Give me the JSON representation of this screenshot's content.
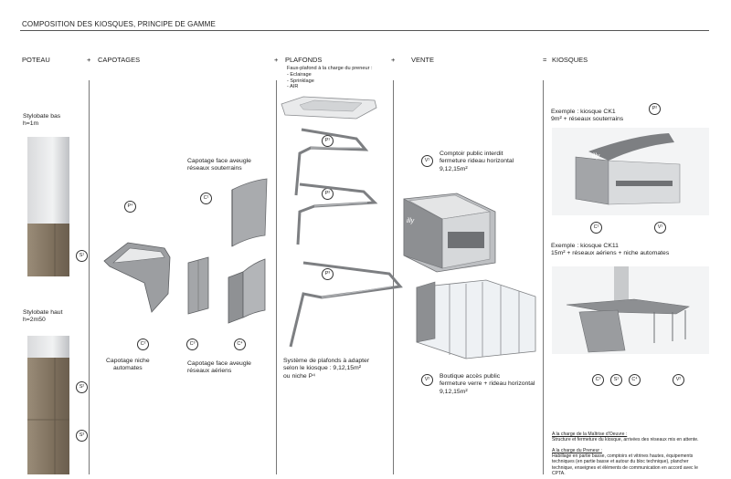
{
  "title": "COMPOSITION DES KIOSQUES, PRINCIPE DE GAMME",
  "columns": {
    "poteau": "POTEAU",
    "capotages": "CAPOTAGES",
    "plafonds": "PLAFONDS",
    "vente": "VENTE",
    "kiosques": "KIOSQUES"
  },
  "operators": {
    "plus": "+",
    "equals": "="
  },
  "poteau": {
    "stylobate_bas": "Stylobate bas\nh=1m",
    "stylobate_haut": "Stylobate haut\nh=2m50"
  },
  "capotages": {
    "face_aveugle_souterrains": "Capotage face aveugle\nréseaux souterrains",
    "niche_automates": "Capotage niche\nautomates",
    "face_aveugle_aeriens": "Capotage face aveugle\nréseaux aériens"
  },
  "plafonds": {
    "faux_plafond": "Faux-plafond à la charge du preneur :\n- Eclairage\n- Sprinklage\n- AIR",
    "systeme": "Système de plafonds à adapter\nselon le kiosque : 9,12,15m²\nou niche P⁴"
  },
  "vente": {
    "comptoir": "Comptoir public interdit\nfermeture rideau horizontal\n9,12,15m²",
    "boutique": "Boutique accès public\nfermeture verre + rideau horizontal\n9,12,15m²",
    "brand": "illy"
  },
  "kiosques": {
    "ck1": "Exemple : kiosque CK1\n9m² + réseaux souterrains",
    "ck11": "Exemple : kiosque CK11\n15m² + réseaux aériens + niche automates"
  },
  "notes": {
    "maitrise_title": "A la charge de la Maîtrise d'Oeuvre :",
    "maitrise_text": "Structure et fermeture du kiosque, arrivées des réseaux mis en attente.",
    "preneur_title": "A la charge du Preneur :",
    "preneur_text": "Habillage en partie basse, comptoirs et vitrines hautes, équipements techniques (en partie basse et autour du bloc technique), plancher technique, enseignes et éléments de communication en accord avec le CPTA."
  },
  "badges": {
    "s1": "S¹",
    "s2": "S²",
    "s3": "S³",
    "c1": "C¹",
    "c2": "C²",
    "c3": "C³",
    "c4": "C⁴",
    "p1": "P¹",
    "p2": "P²",
    "p3": "P³",
    "p4": "P⁴",
    "v1": "V¹",
    "v2": "V²"
  },
  "colors": {
    "metal_light": "#c9cacc",
    "metal_dark": "#7d7f82",
    "bronze": "#8a7c6a",
    "glass": "#dfe4ea"
  }
}
